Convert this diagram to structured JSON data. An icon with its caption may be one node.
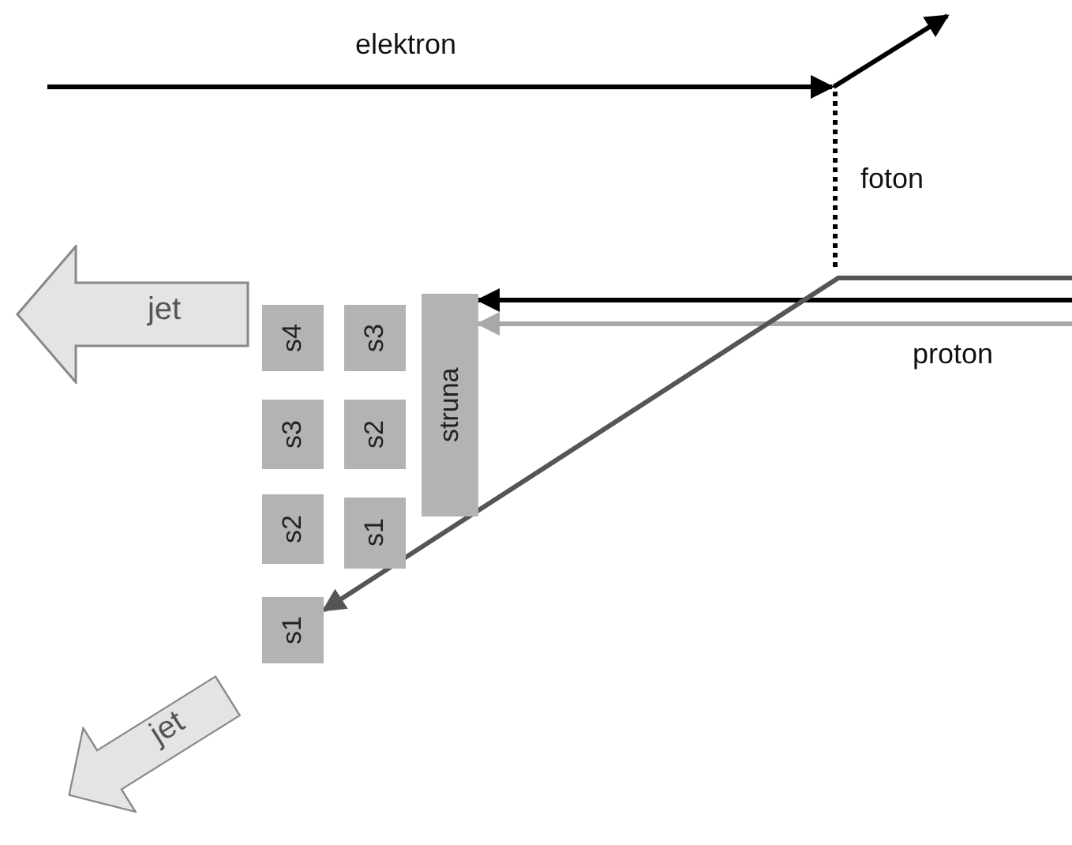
{
  "diagram": {
    "nodes": [
      {
        "text": [
          "jet"
        ]
      },
      {
        "text": [
          "s4"
        ]
      },
      {
        "text": [
          "s3"
        ]
      },
      {
        "text": [
          "struna"
        ]
      },
      {
        "text": [
          "s3"
        ]
      },
      {
        "text": [
          "s2"
        ]
      },
      {
        "text": [
          "s2"
        ]
      },
      {
        "text": [
          "s1"
        ]
      },
      {
        "text": [
          "s1"
        ]
      },
      {
        "text": [
          "jet"
        ]
      }
    ],
    "edges": [
      {
        "from": null,
        "to": 3,
        "arrow": "to"
      },
      {
        "from": null,
        "to": 3,
        "arrow": "to",
        "color": "#a8a8a8"
      },
      {
        "from": null,
        "to": 8,
        "arrow": "to",
        "color": "#555555"
      }
    ],
    "labels": [
      "elektron",
      "foton",
      "proton"
    ]
  }
}
